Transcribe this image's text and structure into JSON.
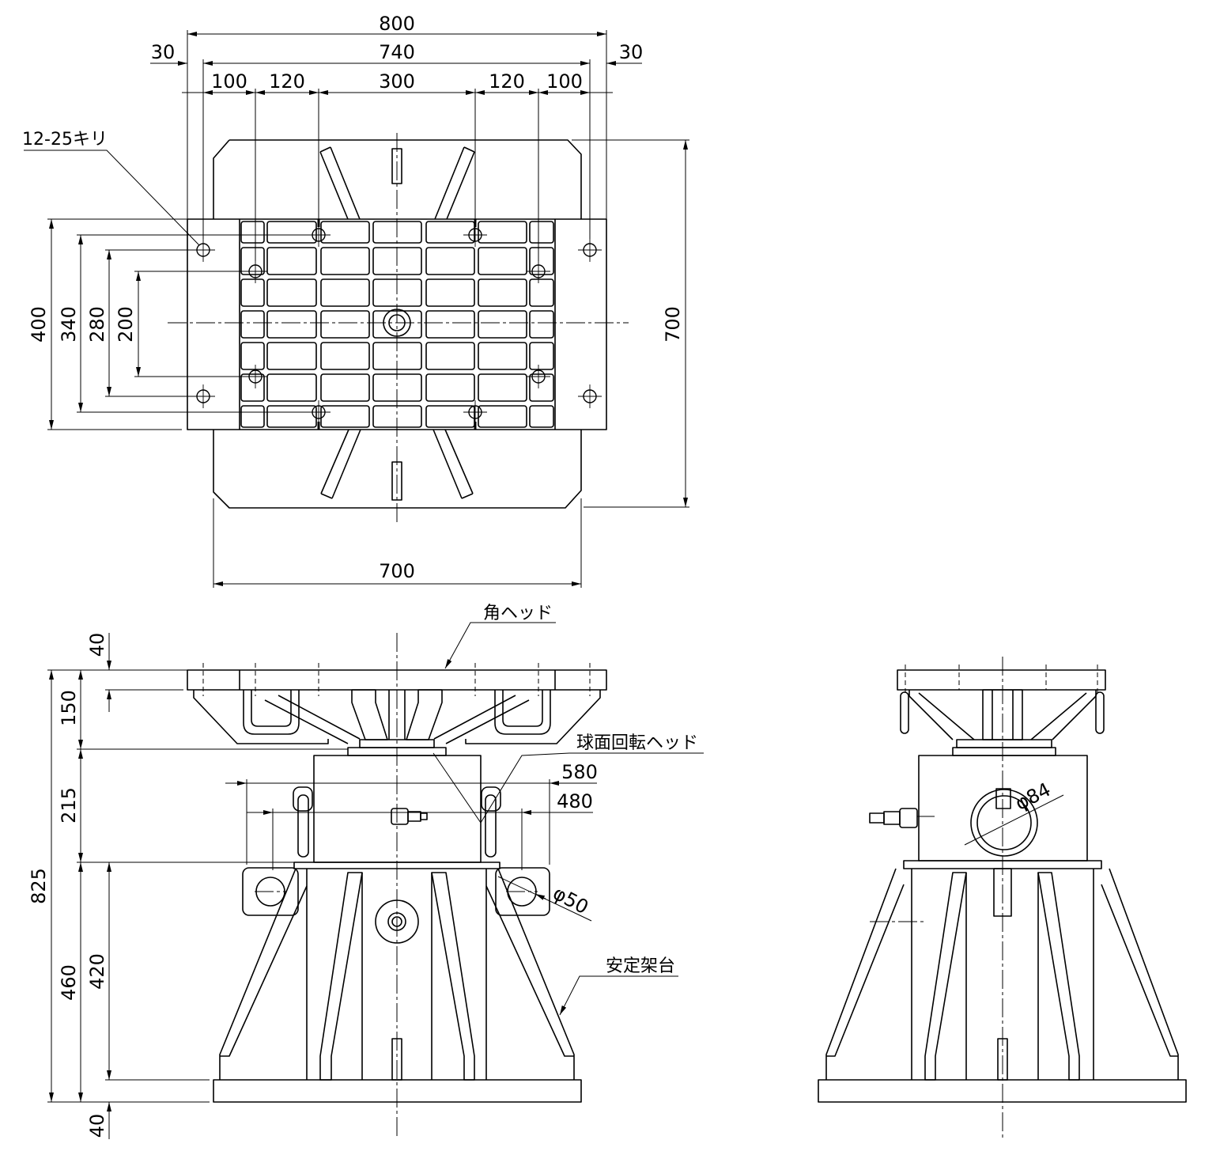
{
  "top_view": {
    "overall_width": "800",
    "hole_pitch_width": "740",
    "edge_left": "30",
    "edge_right": "30",
    "pitch_1": "100",
    "pitch_2": "120",
    "pitch_3": "300",
    "pitch_4": "120",
    "pitch_5": "100",
    "hole_callout": "12-25キリ",
    "plate_depth": "400",
    "pitch_depth_1": "340",
    "pitch_depth_2": "280",
    "pitch_depth_3": "200",
    "base_depth": "700",
    "base_width": "700"
  },
  "front_view": {
    "label_square_head": "角ヘッド",
    "label_spherical_head": "球面回転ヘッド",
    "label_stand": "安定架台",
    "plate_thickness": "40",
    "head_height": "150",
    "body_height": "215",
    "overall_height": "825",
    "stand_height": "460",
    "stand_body_height": "420",
    "base_thickness": "40",
    "lug_span": "580",
    "lug_pitch": "480",
    "lug_hole_diameter": "φ50"
  },
  "side_view": {
    "bore_diameter": "φ84"
  }
}
